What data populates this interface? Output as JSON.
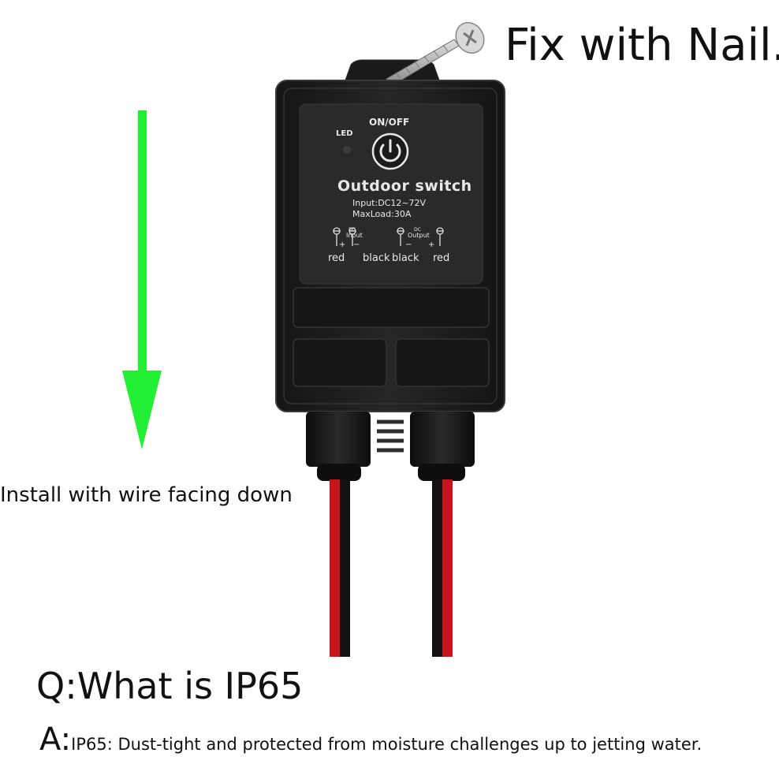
{
  "captions": {
    "fix": "Fix with Nail.",
    "install": "Install with wire facing down",
    "question": "Q:What is IP65",
    "answer_prefix": "A:",
    "answer_body": "IP65: Dust-tight and protected from moisture challenges up to jetting water."
  },
  "panel": {
    "onoff": "ON/OFF",
    "led": "LED",
    "title": "Outdoor  switch",
    "input_spec": "Input:DC12~72V",
    "maxload_spec": "MaxLoad:30A",
    "dc_in": "DC",
    "input": "Input",
    "dc_out": "DC",
    "output": "Output",
    "plus": "+",
    "minus": "−",
    "red": "red",
    "black": "black"
  },
  "icons": {
    "arrow": "down-arrow-icon",
    "power": "power-icon",
    "screw": "screw-icon",
    "terminal": "terminal-screw-icon"
  },
  "colors": {
    "arrow": "#22ee33",
    "housing": "#1c1c1c",
    "panel": "#2a2a2a",
    "wire_red": "#c8141c",
    "wire_black": "#111111"
  }
}
